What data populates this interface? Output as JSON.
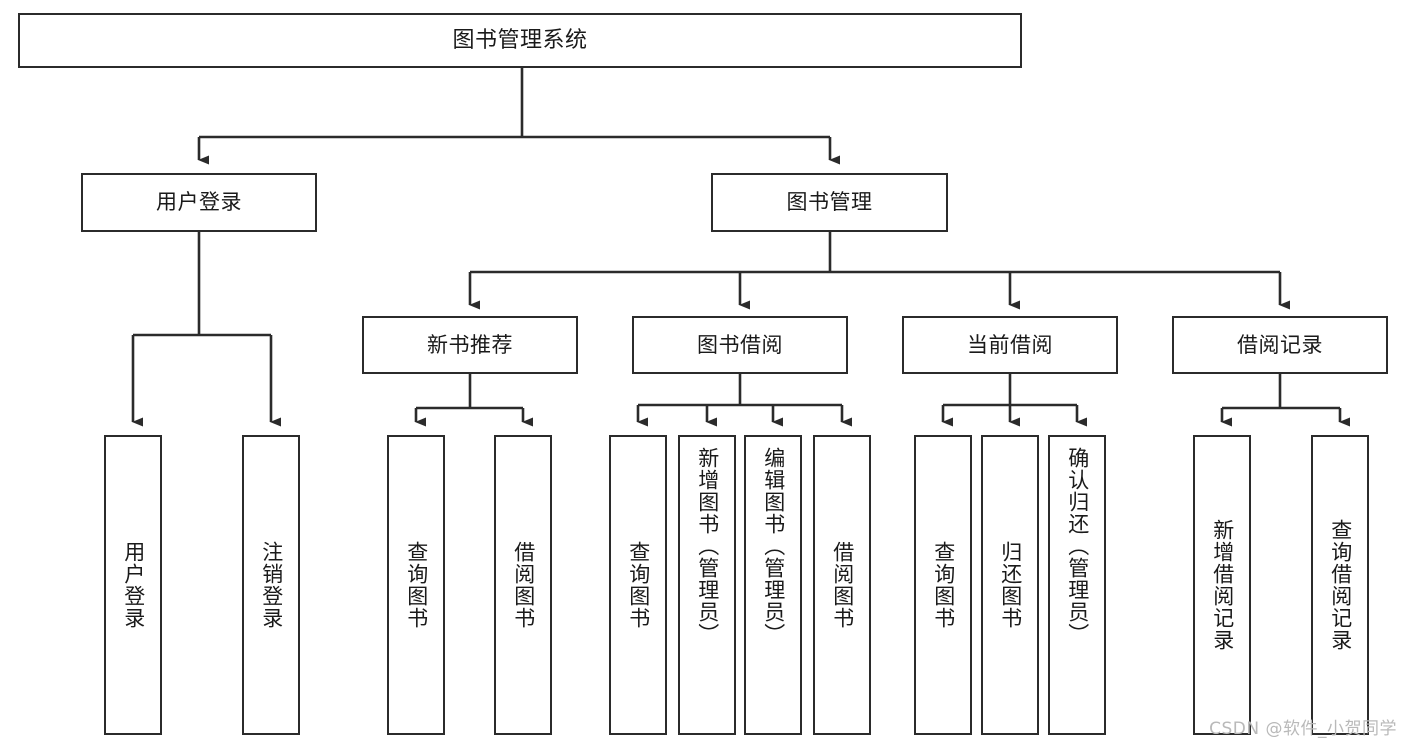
{
  "diagram": {
    "title": "图书管理系统",
    "stroke_color": "#2b2b2b",
    "background_color": "#ffffff",
    "text_color": "#1a1a1a"
  },
  "nodes": {
    "root": {
      "label": "图书管理系统"
    },
    "level2": [
      {
        "label": "用户登录"
      },
      {
        "label": "图书管理"
      }
    ],
    "level3": [
      {
        "label": "新书推荐"
      },
      {
        "label": "图书借阅"
      },
      {
        "label": "当前借阅"
      },
      {
        "label": "借阅记录"
      }
    ],
    "leaves": {
      "user_login": [
        {
          "label": "用户登录"
        },
        {
          "label": "注销登录"
        }
      ],
      "new_book": [
        {
          "label": "查询图书"
        },
        {
          "label": "借阅图书"
        }
      ],
      "book_borrow": [
        {
          "label": "查询图书"
        },
        {
          "label": "新增图书（管理员）"
        },
        {
          "label": "编辑图书（管理员）"
        },
        {
          "label": "借阅图书"
        }
      ],
      "current_borrow": [
        {
          "label": "查询图书"
        },
        {
          "label": "归还图书"
        },
        {
          "label": "确认归还（管理员）"
        }
      ],
      "borrow_record": [
        {
          "label": "新增借阅记录"
        },
        {
          "label": "查询借阅记录"
        }
      ]
    }
  },
  "watermark": {
    "text": "CSDN @软件_小贺同学"
  }
}
